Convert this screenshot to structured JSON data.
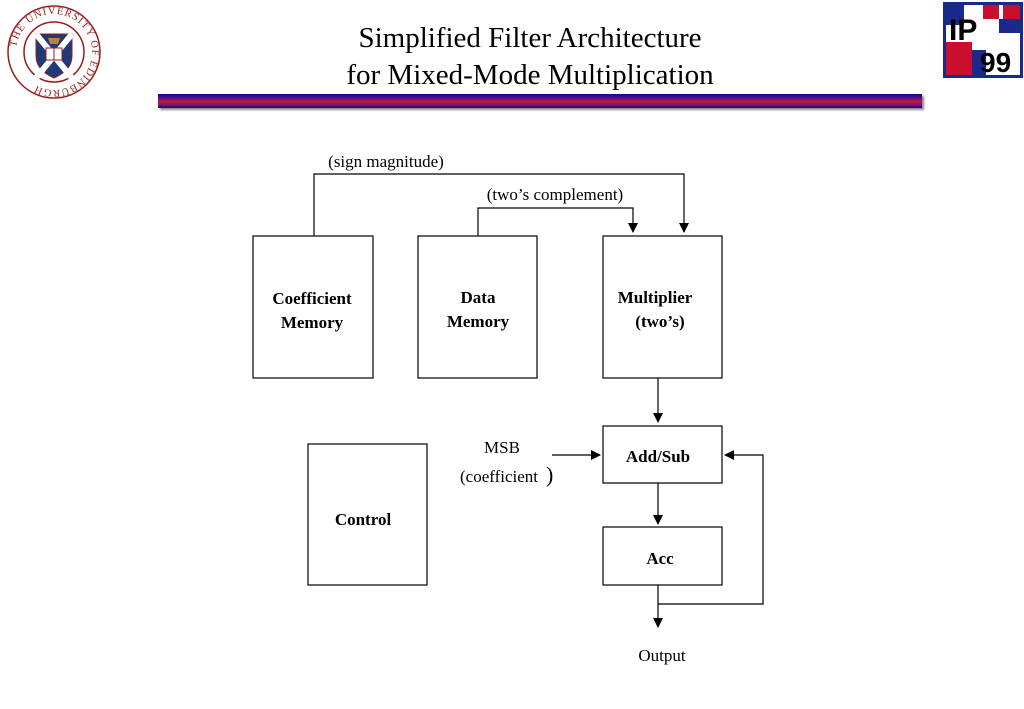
{
  "slide": {
    "title_line1": "Simplified Filter Architecture",
    "title_line2": "for Mixed-Mode Multiplication"
  },
  "logos": {
    "university_seal_text": "THE UNIVERSITY OF EDINBURGH",
    "conference_logo_top": "IP",
    "conference_logo_bottom": "99"
  },
  "diagram": {
    "blocks": {
      "coefficient_memory": [
        "Coefficient",
        "Memory"
      ],
      "data_memory": [
        "Data",
        "Memory"
      ],
      "multiplier": [
        "Multiplier",
        "(two’s)"
      ],
      "add_sub": "Add/Sub",
      "acc": "Acc",
      "control": "Control"
    },
    "labels": {
      "sign_magnitude": "(sign magnitude)",
      "twos_complement": "(two’s complement)",
      "msb": "MSB",
      "coefficient": "(coefficient",
      "coefficient_paren": ")",
      "output": "Output"
    }
  }
}
